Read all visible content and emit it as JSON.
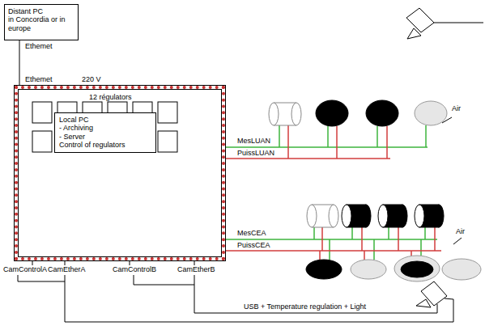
{
  "diagram": {
    "nodes": [
      {
        "text": [
          "Distant PC",
          "in Concordia or in europe"
        ]
      },
      {
        "text": [
          "12 régulators"
        ]
      },
      {
        "text": [
          "Local PC",
          "- Archiving",
          "- Server",
          "Control of regulators"
        ],
        "in": 1
      }
    ],
    "edges": [
      {
        "from": 0,
        "to": 1,
        "arrow": "none"
      }
    ],
    "labels": [
      "Ethemet",
      "Ethemet",
      "220 V",
      "MesLUAN",
      "PuissLUAN",
      "Air",
      "MesCEA",
      "PuissCEA",
      "Air",
      "CamControlA",
      "CamEtherA",
      "CamControlB",
      "CamEtherB",
      "USB + Temperature regulation + Light"
    ]
  }
}
